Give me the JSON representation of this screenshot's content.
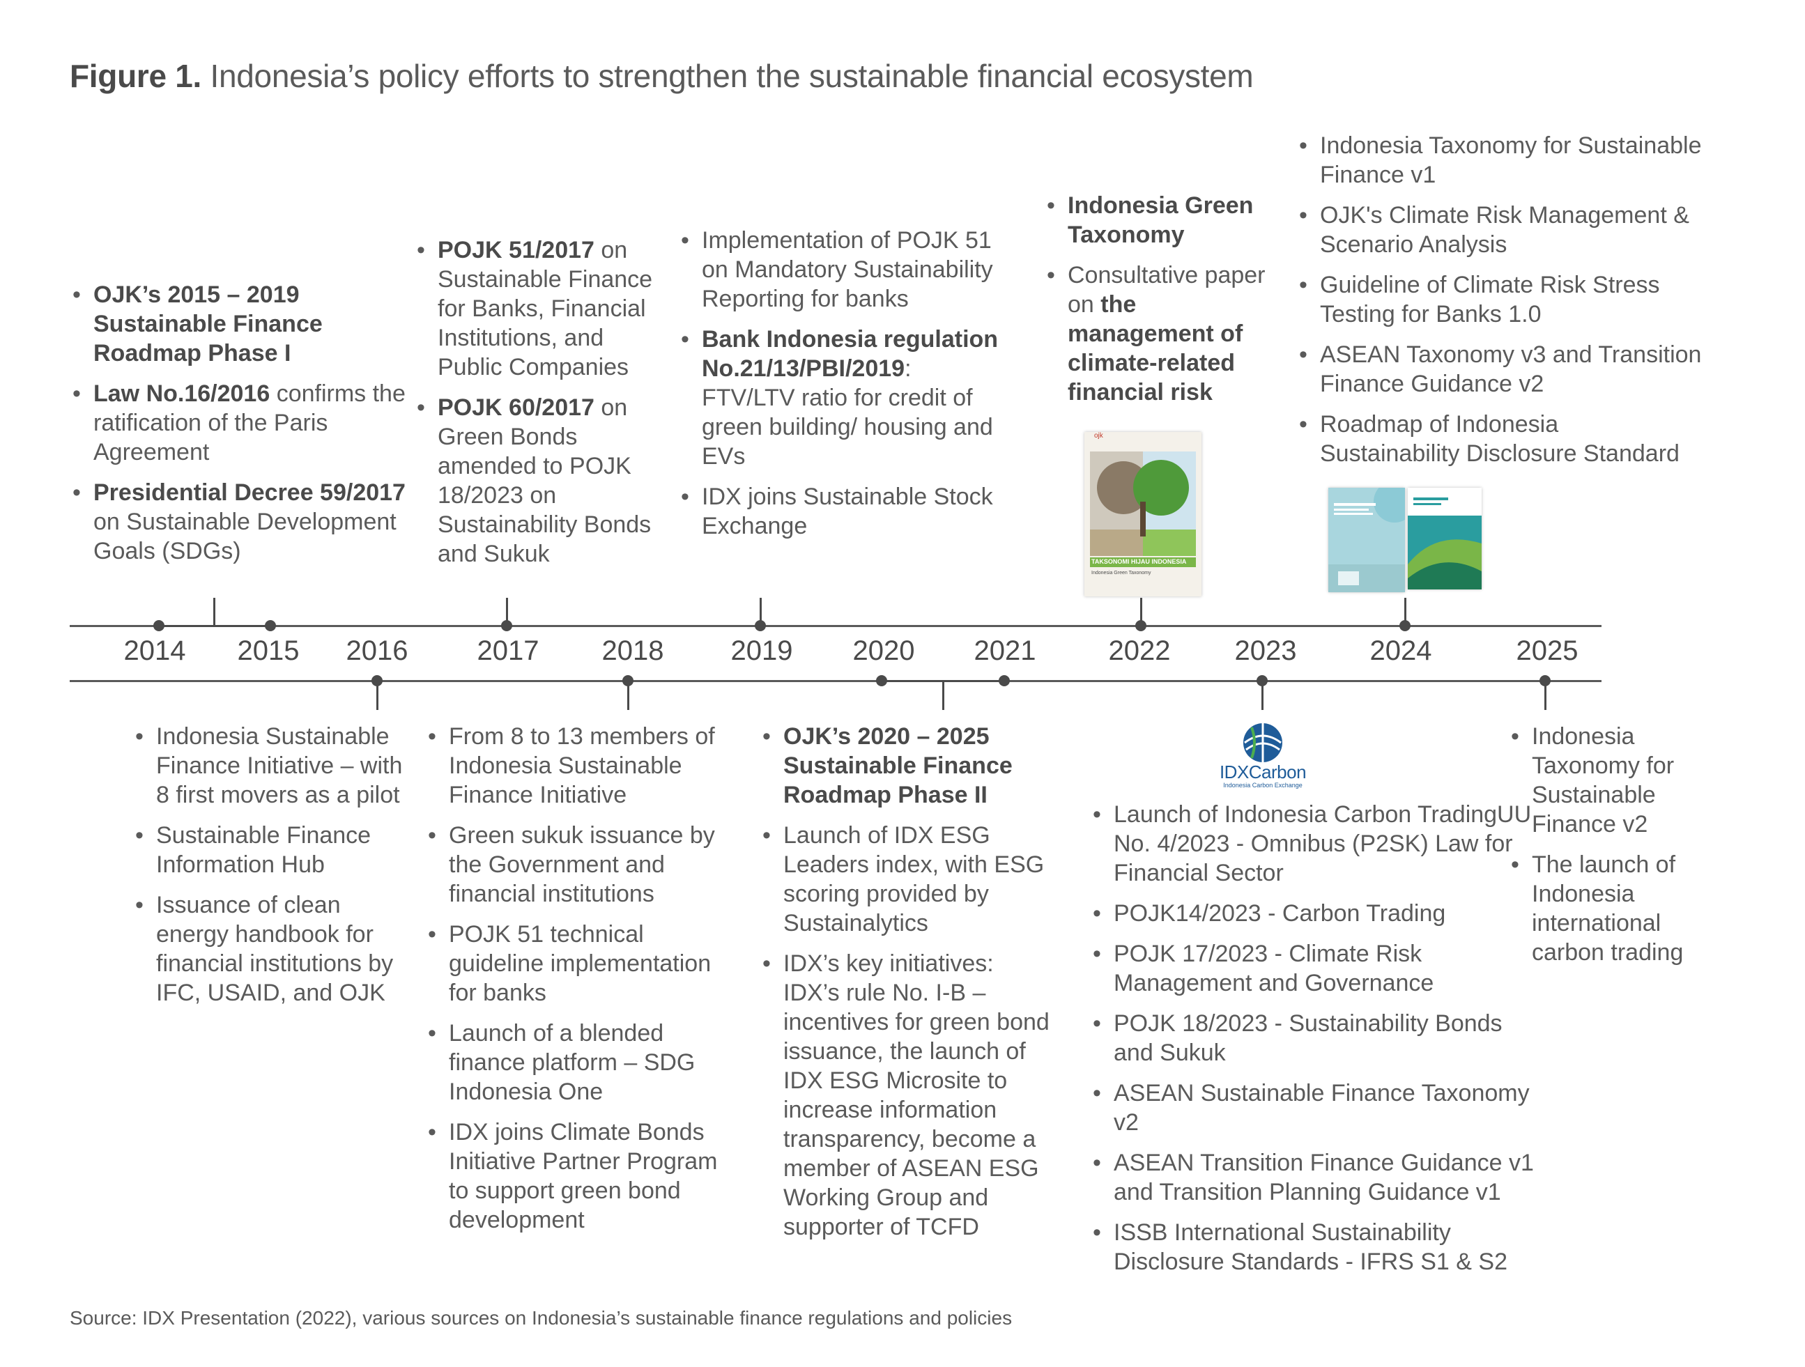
{
  "title": {
    "label": "Figure 1.",
    "text": "Indonesia’s policy efforts to strengthen the sustainable financial ecosystem"
  },
  "years": [
    "2014",
    "2015",
    "2016",
    "2017",
    "2018",
    "2019",
    "2020",
    "2021",
    "2022",
    "2023",
    "2024",
    "2025"
  ],
  "above": {
    "col_2014_2015": [
      {
        "bold": "OJK’s 2015 – 2019 Sustainable Finance Roadmap Phase I",
        "text": ""
      },
      {
        "bold": "Law No.16/2016",
        "text": " confirms the ratification of the Paris Agreement"
      },
      {
        "bold": "Presidential Decree 59/2017",
        "text": " on Sustainable Development Goals (SDGs)"
      }
    ],
    "col_2017": [
      {
        "bold": "POJK 51/2017",
        "text": " on Sustainable Finance for Banks, Financial Institutions, and Public Companies"
      },
      {
        "bold": "POJK 60/2017",
        "text": " on Green Bonds amended to POJK 18/2023 on Sustainability Bonds and Sukuk"
      }
    ],
    "col_2019": [
      {
        "bold": "",
        "text": "Implementation of POJK 51 on Mandatory Sustainability Reporting for banks"
      },
      {
        "bold": "Bank Indonesia regulation No.21/13/PBI/2019",
        "text": ": FTV/LTV ratio for credit of green building/ housing and EVs"
      },
      {
        "bold": "",
        "text": "IDX joins Sustainable Stock Exchange"
      }
    ],
    "col_2022": [
      {
        "bold": "Indonesia Green Taxonomy",
        "text": ""
      },
      {
        "pre": "Consultative paper on ",
        "bold": "the management of climate-related financial risk",
        "text": ""
      }
    ],
    "col_2024": [
      {
        "bold": "",
        "text": "Indonesia Taxonomy for Sustainable Finance v1"
      },
      {
        "bold": "",
        "text": "OJK's Climate Risk Management & Scenario Analysis"
      },
      {
        "bold": "",
        "text": "Guideline of Climate Risk Stress Testing for Banks 1.0"
      },
      {
        "bold": "",
        "text": "ASEAN Taxonomy v3 and Transition Finance Guidance v2"
      },
      {
        "bold": "",
        "text": "Roadmap of Indonesia Sustainability Disclosure Standard"
      }
    ]
  },
  "below": {
    "col_2016": [
      {
        "bold": "",
        "text": "Indonesia Sustainable Finance Initiative – with 8 first movers as a pilot"
      },
      {
        "bold": "",
        "text": "Sustainable Finance Information Hub"
      },
      {
        "bold": "",
        "text": "Issuance of clean energy handbook for financial institutions by IFC, USAID, and OJK"
      }
    ],
    "col_2018": [
      {
        "bold": "",
        "text": "From 8 to 13 members of Indonesia Sustainable Finance Initiative"
      },
      {
        "bold": "",
        "text": "Green sukuk issuance by the Government and financial institutions"
      },
      {
        "bold": "",
        "text": "POJK 51 technical guideline implementation for banks"
      },
      {
        "bold": "",
        "text": "Launch of a blended finance platform – SDG Indonesia One"
      },
      {
        "bold": "",
        "text": "IDX joins Climate Bonds Initiative Partner Program to support green bond development"
      }
    ],
    "col_2020_2021": [
      {
        "bold": "OJK’s 2020 – 2025 Sustainable Finance Roadmap Phase II",
        "text": ""
      },
      {
        "bold": "",
        "text": "Launch of IDX ESG Leaders index, with ESG scoring provided by Sustainalytics"
      },
      {
        "bold": "",
        "text": "IDX’s key initiatives: IDX’s rule No. I-B – incentives for green bond issuance, the launch of IDX ESG Microsite to increase information transparency, become a member of ASEAN ESG Working Group and supporter of TCFD"
      }
    ],
    "col_2023": [
      {
        "bold": "",
        "text": "Launch of Indonesia Carbon TradingUU No. 4/2023 - Omnibus (P2SK) Law for Financial Sector"
      },
      {
        "bold": "",
        "text": "POJK14/2023 - Carbon Trading"
      },
      {
        "bold": "",
        "text": "POJK 17/2023 - Climate Risk Management and Governance"
      },
      {
        "bold": "",
        "text": "POJK 18/2023 - Sustainability Bonds and Sukuk"
      },
      {
        "bold": "",
        "text": "ASEAN Sustainable Finance Taxonomy v2"
      },
      {
        "bold": "",
        "text": "ASEAN Transition Finance Guidance v1 and Transition Planning Guidance v1"
      },
      {
        "bold": "",
        "text": "ISSB International Sustainability Disclosure Standards - IFRS S1 & S2"
      }
    ],
    "col_2025": [
      {
        "bold": "",
        "text": "Indonesia Taxonomy for Sustainable Finance v2"
      },
      {
        "bold": "",
        "text": "The launch of Indonesia international carbon trading"
      }
    ]
  },
  "idx_logo": {
    "name": "IDXCarbon",
    "tagline": "Indonesia Carbon Exchange",
    "color": "#1f5c99"
  },
  "taxonomy_cover": {
    "title": "TAKSONOMI HIJAU INDONESIA",
    "subtitle": "Indonesia Green Taxonomy"
  },
  "source": "Source: IDX Presentation (2022), various sources on Indonesia’s sustainable finance regulations and policies",
  "colors": {
    "text": "#5a5a5a",
    "line": "#4a4a4a",
    "cover_green": "#7ab648",
    "cover_teal": "#2a9d9f"
  }
}
